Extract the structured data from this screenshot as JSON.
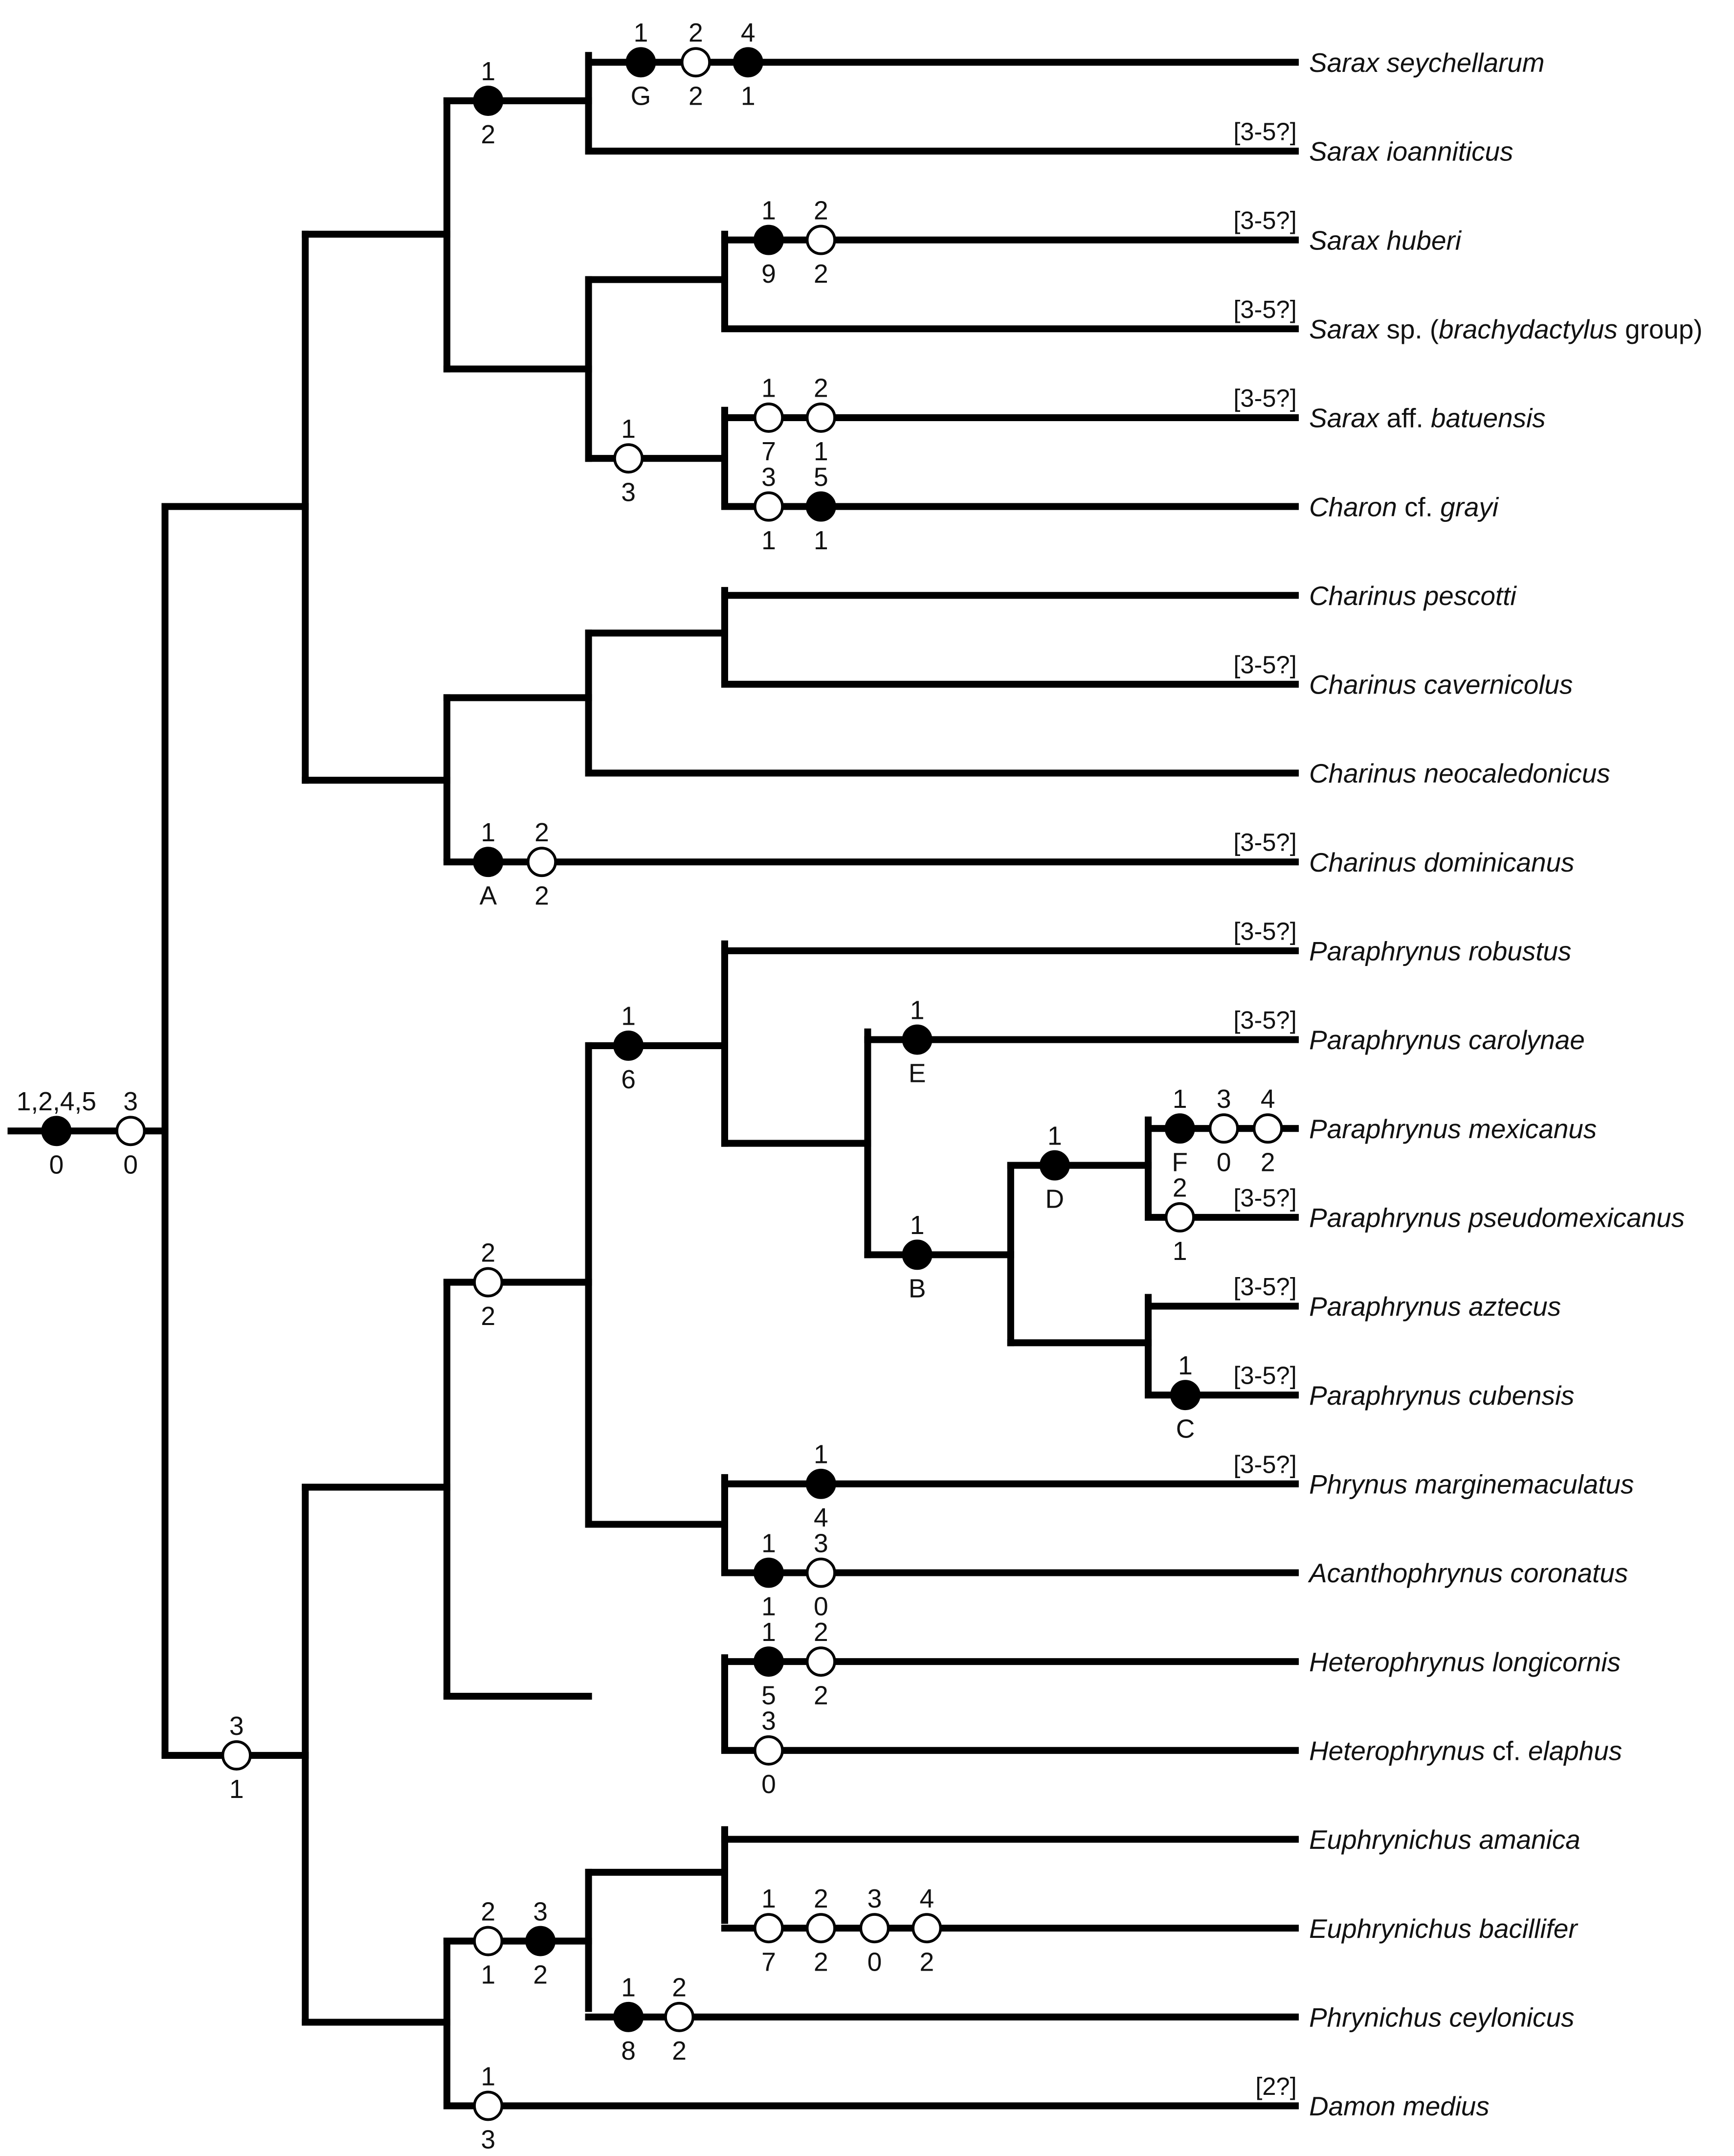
{
  "figure": {
    "taxa": [
      {
        "id": "t1",
        "parts": [
          {
            "t": "Sarax seychellarum",
            "i": true
          }
        ],
        "bracket": ""
      },
      {
        "id": "t2",
        "parts": [
          {
            "t": "Sarax ioanniticus",
            "i": true
          }
        ],
        "bracket": "[3-5?]"
      },
      {
        "id": "t3",
        "parts": [
          {
            "t": "Sarax huberi",
            "i": true
          }
        ],
        "bracket": "[3-5?]"
      },
      {
        "id": "t4",
        "parts": [
          {
            "t": "Sarax",
            "i": true
          },
          {
            "t": " sp. (",
            "i": false
          },
          {
            "t": "brachydactylus",
            "i": true
          },
          {
            "t": " group)",
            "i": false
          }
        ],
        "bracket": "[3-5?]"
      },
      {
        "id": "t5",
        "parts": [
          {
            "t": "Sarax",
            "i": true
          },
          {
            "t": " aff. ",
            "i": false
          },
          {
            "t": "batuensis",
            "i": true
          }
        ],
        "bracket": "[3-5?]"
      },
      {
        "id": "t6",
        "parts": [
          {
            "t": "Charon",
            "i": true
          },
          {
            "t": " cf. ",
            "i": false
          },
          {
            "t": "grayi",
            "i": true
          }
        ],
        "bracket": ""
      },
      {
        "id": "t7",
        "parts": [
          {
            "t": "Charinus pescotti",
            "i": true
          }
        ],
        "bracket": ""
      },
      {
        "id": "t8",
        "parts": [
          {
            "t": "Charinus cavernicolus",
            "i": true
          }
        ],
        "bracket": "[3-5?]"
      },
      {
        "id": "t9",
        "parts": [
          {
            "t": "Charinus neocaledonicus",
            "i": true
          }
        ],
        "bracket": ""
      },
      {
        "id": "t10",
        "parts": [
          {
            "t": "Charinus dominicanus",
            "i": true
          }
        ],
        "bracket": "[3-5?]"
      },
      {
        "id": "t11",
        "parts": [
          {
            "t": "Paraphrynus robustus",
            "i": true
          }
        ],
        "bracket": "[3-5?]"
      },
      {
        "id": "t12",
        "parts": [
          {
            "t": "Paraphrynus carolynae",
            "i": true
          }
        ],
        "bracket": "[3-5?]"
      },
      {
        "id": "t13",
        "parts": [
          {
            "t": "Paraphrynus mexicanus",
            "i": true
          }
        ],
        "bracket": ""
      },
      {
        "id": "t14",
        "parts": [
          {
            "t": "Paraphrynus pseudomexicanus",
            "i": true
          }
        ],
        "bracket": "[3-5?]"
      },
      {
        "id": "t15",
        "parts": [
          {
            "t": "Paraphrynus aztecus",
            "i": true
          }
        ],
        "bracket": "[3-5?]"
      },
      {
        "id": "t16",
        "parts": [
          {
            "t": "Paraphrynus cubensis",
            "i": true
          }
        ],
        "bracket": "[3-5?]"
      },
      {
        "id": "t17",
        "parts": [
          {
            "t": "Phrynus marginemaculatus",
            "i": true
          }
        ],
        "bracket": "[3-5?]"
      },
      {
        "id": "t18",
        "parts": [
          {
            "t": "Acanthophrynus coronatus",
            "i": true
          }
        ],
        "bracket": ""
      },
      {
        "id": "t19",
        "parts": [
          {
            "t": "Heterophrynus longicornis",
            "i": true
          }
        ],
        "bracket": ""
      },
      {
        "id": "t20",
        "parts": [
          {
            "t": "Heterophrynus",
            "i": true
          },
          {
            "t": " cf. ",
            "i": false
          },
          {
            "t": "elaphus",
            "i": true
          }
        ],
        "bracket": ""
      },
      {
        "id": "t21",
        "parts": [
          {
            "t": "Euphrynichus amanica",
            "i": true
          }
        ],
        "bracket": ""
      },
      {
        "id": "t22",
        "parts": [
          {
            "t": "Euphrynichus bacillifer",
            "i": true
          }
        ],
        "bracket": ""
      },
      {
        "id": "t23",
        "parts": [
          {
            "t": "Phrynichus ceylonicus",
            "i": true
          }
        ],
        "bracket": ""
      },
      {
        "id": "t24",
        "parts": [
          {
            "t": "Damon medius",
            "i": true
          }
        ],
        "bracket": "[2?]"
      }
    ],
    "markers": [
      {
        "on": "root",
        "filled": true,
        "char": "1,2,4,5",
        "state": "0"
      },
      {
        "on": "root",
        "filled": false,
        "char": "3",
        "state": "0"
      },
      {
        "on": "sarax",
        "filled": true,
        "char": "1",
        "state": "2"
      },
      {
        "on": "t1",
        "filled": true,
        "char": "1",
        "state": "G"
      },
      {
        "on": "t1",
        "filled": false,
        "char": "2",
        "state": "2"
      },
      {
        "on": "t1",
        "filled": true,
        "char": "4",
        "state": "1"
      },
      {
        "on": "t3",
        "filled": true,
        "char": "1",
        "state": "9"
      },
      {
        "on": "t3",
        "filled": false,
        "char": "2",
        "state": "2"
      },
      {
        "on": "batuensis_charon",
        "filled": false,
        "char": "1",
        "state": "3"
      },
      {
        "on": "t5",
        "filled": false,
        "char": "1",
        "state": "7"
      },
      {
        "on": "t5",
        "filled": false,
        "char": "2",
        "state": "1"
      },
      {
        "on": "t6",
        "filled": false,
        "char": "3",
        "state": "1"
      },
      {
        "on": "t6",
        "filled": true,
        "char": "5",
        "state": "1"
      },
      {
        "on": "t10",
        "filled": true,
        "char": "1",
        "state": "A"
      },
      {
        "on": "t10",
        "filled": false,
        "char": "2",
        "state": "2"
      },
      {
        "on": "paraphrynus",
        "filled": true,
        "char": "1",
        "state": "6"
      },
      {
        "on": "t12",
        "filled": true,
        "char": "1",
        "state": "E"
      },
      {
        "on": "mex_clade",
        "filled": true,
        "char": "1",
        "state": "B"
      },
      {
        "on": "mex_pair",
        "filled": true,
        "char": "1",
        "state": "D"
      },
      {
        "on": "t13",
        "filled": true,
        "char": "1",
        "state": "F"
      },
      {
        "on": "t13",
        "filled": false,
        "char": "3",
        "state": "0"
      },
      {
        "on": "t13",
        "filled": false,
        "char": "4",
        "state": "2"
      },
      {
        "on": "t14",
        "filled": false,
        "char": "2",
        "state": "1"
      },
      {
        "on": "t16",
        "filled": true,
        "char": "1",
        "state": "C"
      },
      {
        "on": "phrynidae_a",
        "filled": false,
        "char": "2",
        "state": "2"
      },
      {
        "on": "t17",
        "filled": true,
        "char": "1",
        "state": "4"
      },
      {
        "on": "t18",
        "filled": true,
        "char": "1",
        "state": "1"
      },
      {
        "on": "t18",
        "filled": false,
        "char": "3",
        "state": "0"
      },
      {
        "on": "t19",
        "filled": true,
        "char": "1",
        "state": "5"
      },
      {
        "on": "t19",
        "filled": false,
        "char": "2",
        "state": "2"
      },
      {
        "on": "t20",
        "filled": false,
        "char": "3",
        "state": "0"
      },
      {
        "on": "apulvillata",
        "filled": false,
        "char": "3",
        "state": "1"
      },
      {
        "on": "phrynichidae",
        "filled": false,
        "char": "2",
        "state": "1"
      },
      {
        "on": "phrynichidae",
        "filled": true,
        "char": "3",
        "state": "2"
      },
      {
        "on": "t22",
        "filled": false,
        "char": "1",
        "state": "7"
      },
      {
        "on": "t22",
        "filled": false,
        "char": "2",
        "state": "2"
      },
      {
        "on": "t22",
        "filled": false,
        "char": "3",
        "state": "0"
      },
      {
        "on": "t22",
        "filled": false,
        "char": "4",
        "state": "2"
      },
      {
        "on": "t23",
        "filled": true,
        "char": "1",
        "state": "8"
      },
      {
        "on": "t23",
        "filled": false,
        "char": "2",
        "state": "2"
      },
      {
        "on": "t24",
        "filled": false,
        "char": "1",
        "state": "3"
      }
    ]
  }
}
